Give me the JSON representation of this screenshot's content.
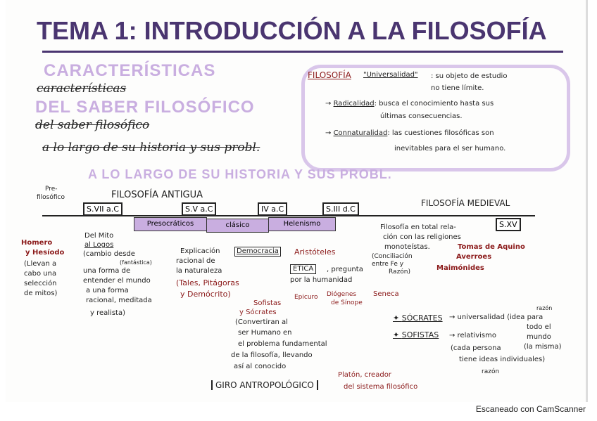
{
  "title": "TEMA 1: INTRODUCCIÓN A LA FILOSOFÍA",
  "headings": {
    "caracteristicas_ghost": "CARACTERÍSTICAS",
    "del_saber_ghost": "DEL SABER FILOSÓFICO",
    "caracteristicas_written": "características",
    "del_saber_written": "del saber filosófico",
    "historia_ghost": "A LO LARGO DE SU HISTORIA Y SUS PROBL.",
    "historia_written": "a lo largo de su historia y sus probl."
  },
  "filosofia": {
    "label": "FILOSOFÍA",
    "universalidad": "\"Universalidad\"",
    "universalidad_desc1": ": su objeto de estudio",
    "universalidad_desc2": "no tiene límite.",
    "radicalidad": "Radicalidad",
    "radicalidad_desc1": ": busca el conocimiento hasta sus",
    "radicalidad_desc2": "últimas consecuencias.",
    "connaturalidad": "Connaturalidad",
    "connaturalidad_desc1": ": las cuestiones filosóficas son",
    "connaturalidad_desc2": "inevitables para el ser humano."
  },
  "timeline": {
    "prefilosofico": [
      "Pre-",
      "filosófico"
    ],
    "antigua": "FILOSOFÍA ANTIGUA",
    "medieval": "FILOSOFÍA MEDIEVAL",
    "periods": [
      "S.VII a.C",
      "S.V a.C",
      "IV a.C",
      "S.III d.C",
      "S.XV"
    ],
    "stages": [
      "Presocráticos",
      "clásico",
      "Helenismo"
    ],
    "highlight_color": "#c9aee0"
  },
  "notes": {
    "homero": [
      "Homero",
      "y Hesíodo"
    ],
    "homero_desc": [
      "(Llevan a",
      "cabo una",
      "selección",
      "de mitos)"
    ],
    "mito": [
      "Del Mito",
      "al Logos"
    ],
    "mito_desc": [
      "(cambio desde",
      "(fantástica)",
      "una forma de",
      "entender el mundo",
      "a una forma",
      "racional, meditada",
      "y realista)"
    ],
    "presocraticos_desc": [
      "Explicación",
      "racional de",
      "la naturaleza"
    ],
    "presocraticos_names": [
      "(Tales, Pitágoras",
      "y Demócrito)"
    ],
    "democracia": "Democracia",
    "sofistas": [
      "Sofistas",
      "y Sócrates"
    ],
    "sofistas_desc": [
      "(Convertiran al",
      "ser Humano en",
      "el problema fundamental",
      "de la filosofía, llevando",
      "así al conocido"
    ],
    "giro": "GIRO ANTROPOLÓGICO",
    "platon": [
      "Platón, creador",
      "del sistema filosófico"
    ],
    "aristoteles": "Aristóteles",
    "etica": "ÉTICA",
    "etica_desc": [
      ", pregunta",
      "por la humanidad"
    ],
    "epicuro": "Epicuro",
    "diogenes": [
      "Diógenes",
      "de Sínope"
    ],
    "seneca": "Seneca",
    "medieval_desc": [
      "Filosofía en total rela-",
      "ción con las religiones",
      "monoteístas."
    ],
    "conciliacion": [
      "(Conciliación",
      "entre Fe y",
      "Razón)"
    ],
    "tomas": "Tomas de Aquino",
    "averroes": "Averroes",
    "maimonides": "Maimónides",
    "socrates": "SÓCRATES",
    "socrates_desc": "→ universalidad (idea para",
    "socrates_desc2": [
      "razón",
      "todo el",
      "mundo",
      "(la misma)"
    ],
    "sofistas2": "SOFISTAS",
    "sofistas2_desc": [
      "→ relativismo",
      "(cada persona",
      "tiene ideas individuales)",
      "razón"
    ]
  },
  "footer": "Escaneado con CamScanner"
}
